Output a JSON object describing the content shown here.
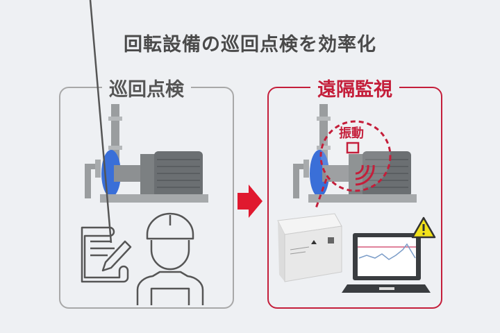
{
  "title": "回転設備の巡回点検を効率化",
  "left_panel": {
    "title": "巡回点検",
    "icons": [
      "pump-icon",
      "checklist-icon",
      "worker-icon"
    ]
  },
  "right_panel": {
    "title": "遠隔監視",
    "sensor_label": "振動",
    "icons": [
      "pump-icon",
      "vibration-sensor-icon",
      "monitoring-device-icon",
      "laptop-chart-icon",
      "warning-icon"
    ]
  },
  "colors": {
    "accent": "#c41e3a",
    "neutral": "#a8a8a8",
    "pump_blue": "#3a6fd8",
    "warning": "#f2e21a"
  }
}
